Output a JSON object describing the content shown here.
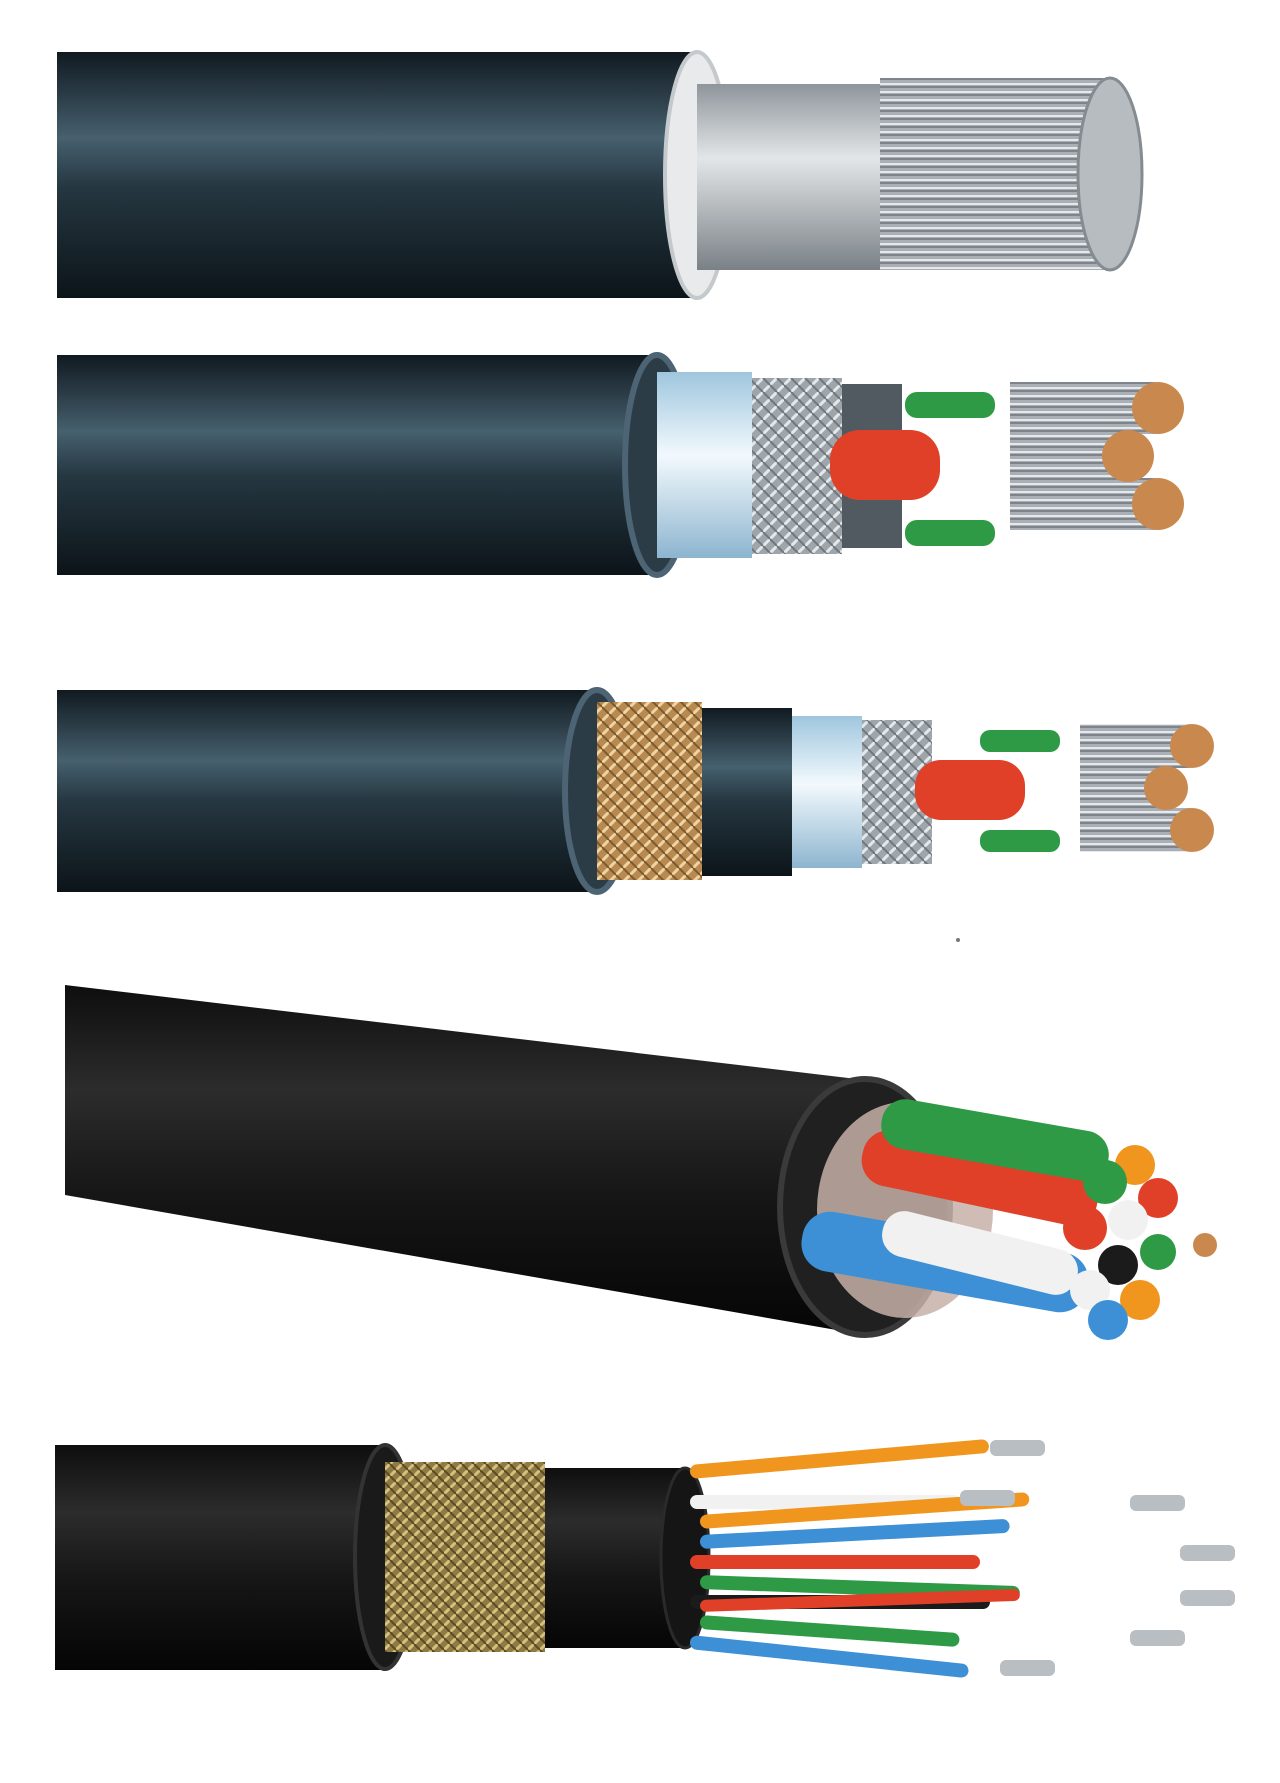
{
  "colors": {
    "background": "#ffffff",
    "jacket": "#1e2a33",
    "jacket_highlight": "#3f5563",
    "copper": "#c9884e",
    "aluminium": "#b9bec3",
    "braid_copper": "#c8a06a",
    "braid_silver": "#aeb4b8",
    "wire_red": "#e04028",
    "wire_green": "#2e9a45",
    "wire_orange": "#f0961e",
    "wire_blue": "#3d8fd6",
    "wire_white": "#f1f1f1",
    "wire_black": "#1b1b1b",
    "foil": "#cfe6f4"
  },
  "cables": [
    {
      "kind": "single-core-stranded-cable"
    },
    {
      "kind": "shielded-multicore-power-cable"
    },
    {
      "kind": "armoured-shielded-multicore-cable"
    },
    {
      "kind": "multi-pair-control-cable"
    },
    {
      "kind": "braided-multicore-signal-cable"
    }
  ]
}
